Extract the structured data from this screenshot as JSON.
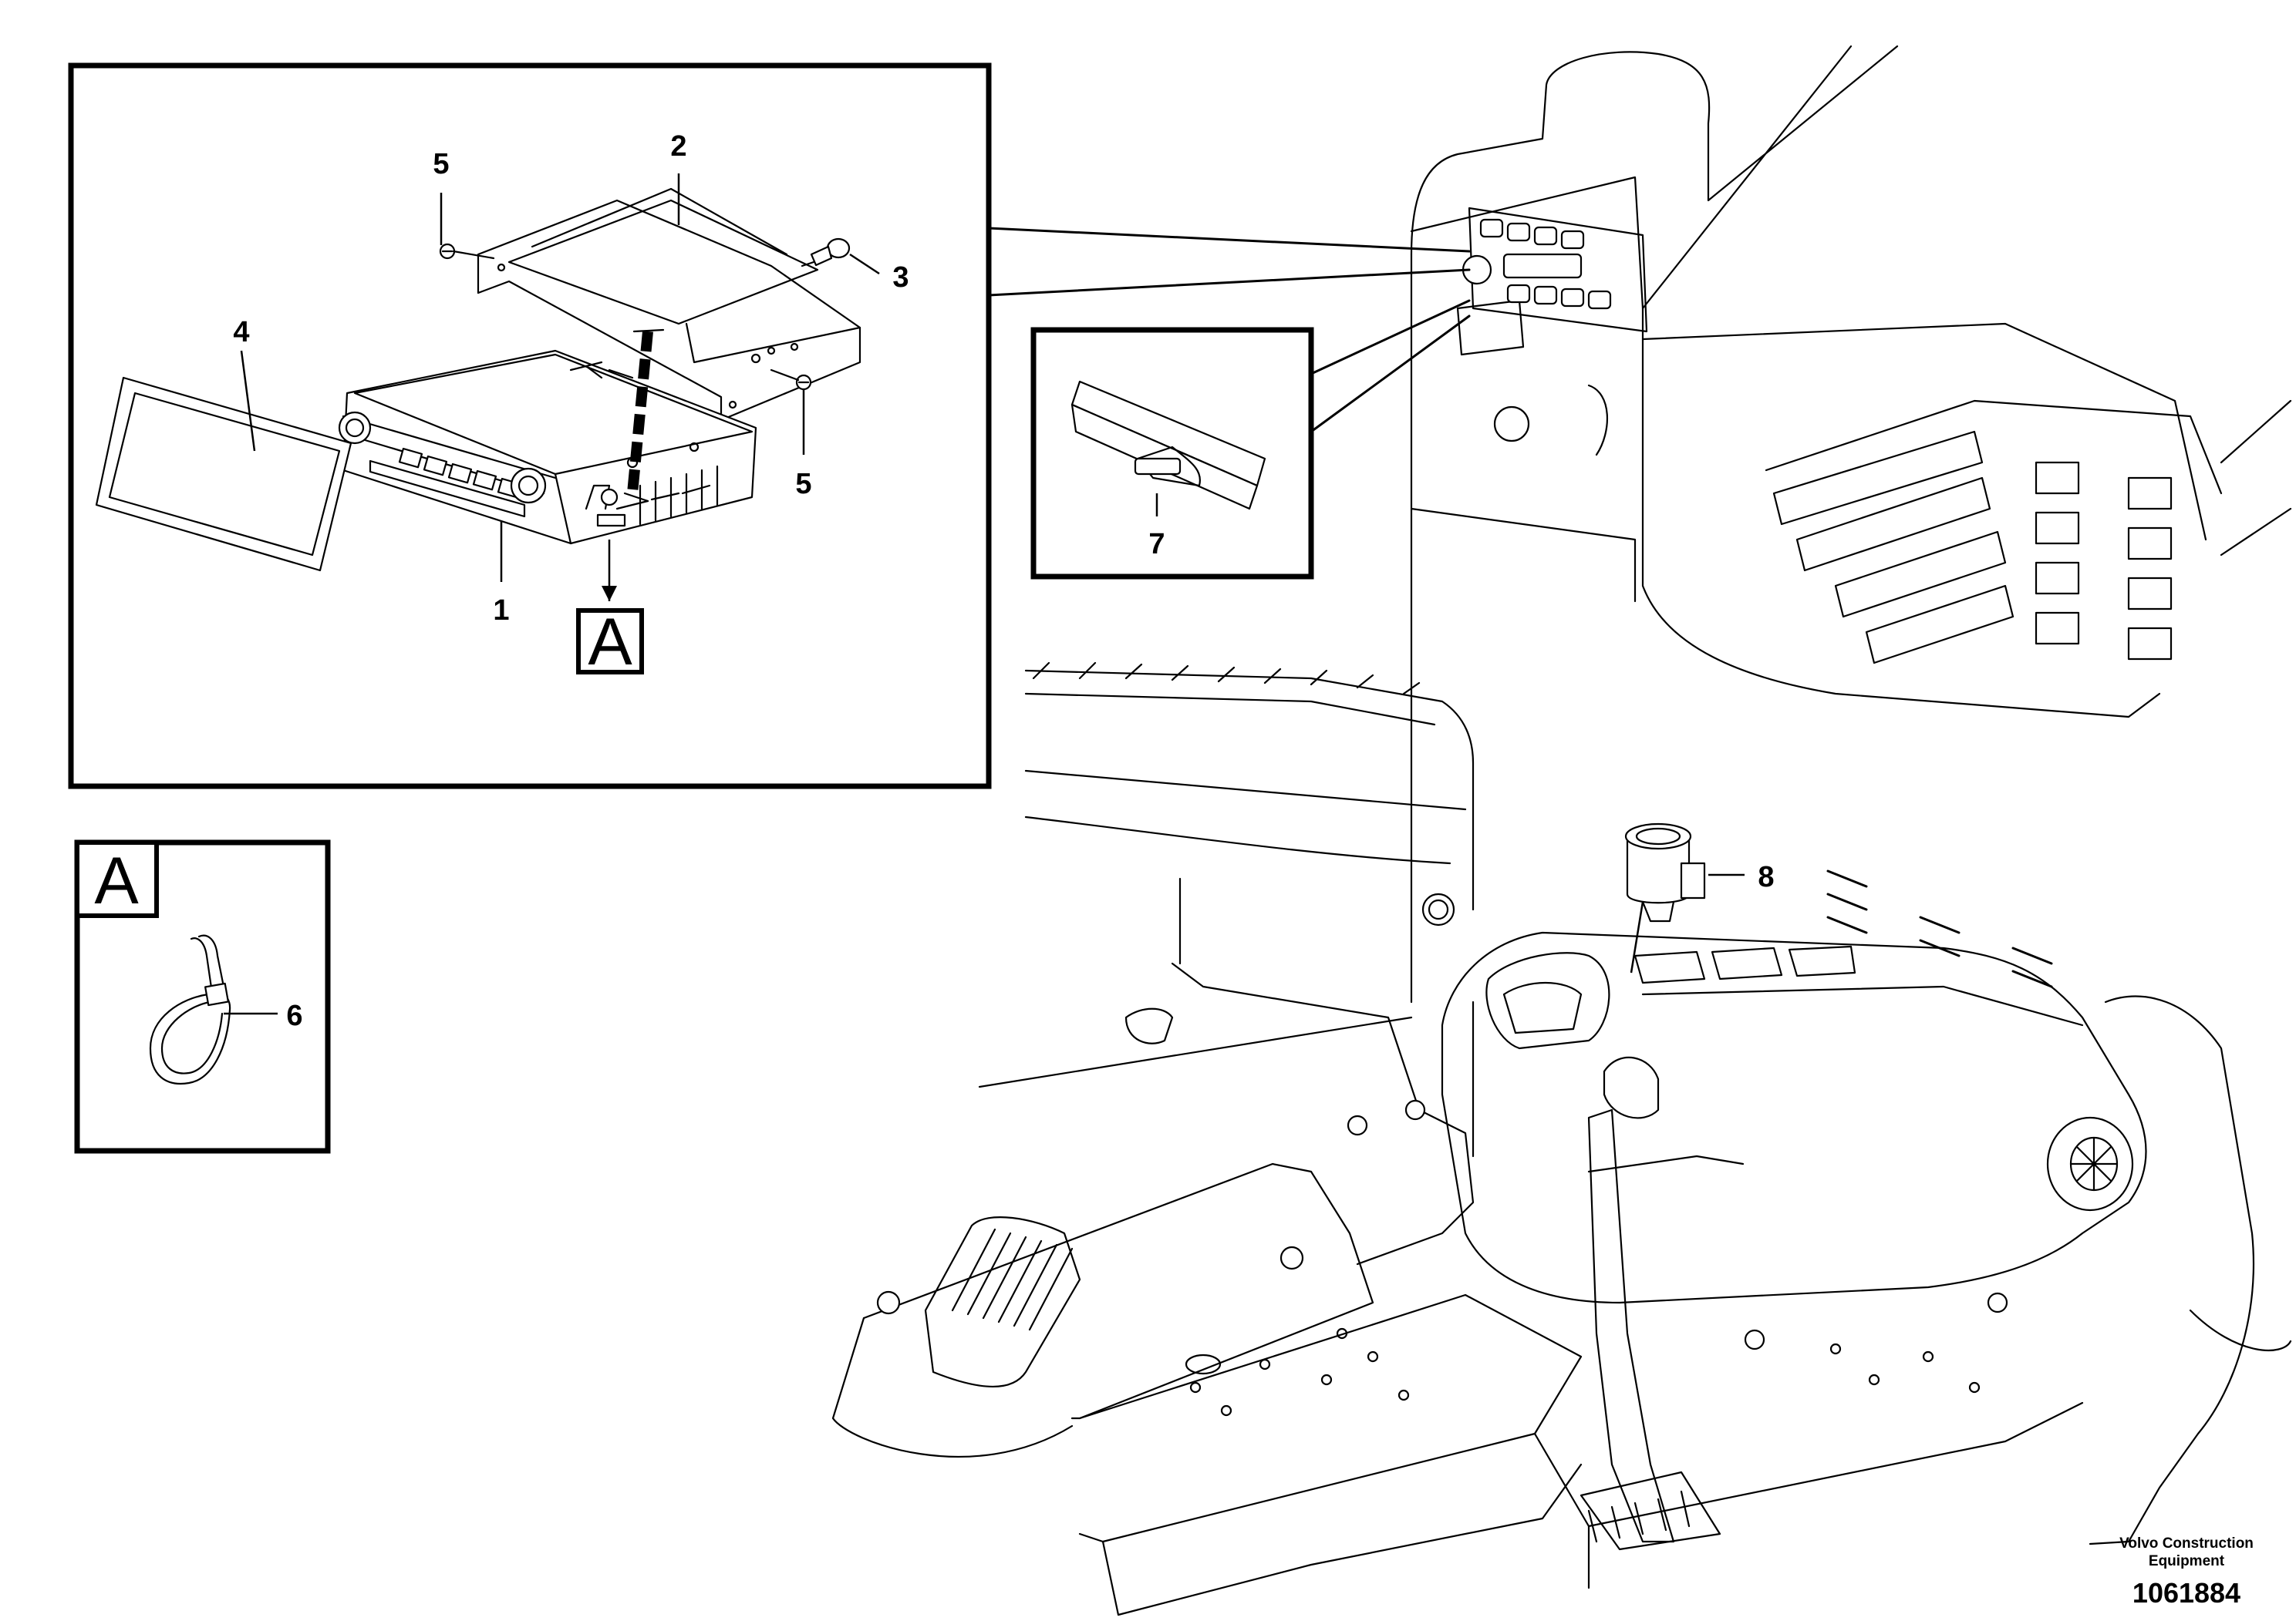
{
  "callouts": {
    "c1": "1",
    "c2": "2",
    "c3": "3",
    "c4": "4",
    "c5a": "5",
    "c5b": "5",
    "c6": "6",
    "c7": "7",
    "c8": "8"
  },
  "detail_ref": {
    "main_box_label": "A",
    "detail_box_label": "A"
  },
  "footer": {
    "company_line1": "Volvo Construction",
    "company_line2": "Equipment",
    "figure_number": "1061884"
  }
}
